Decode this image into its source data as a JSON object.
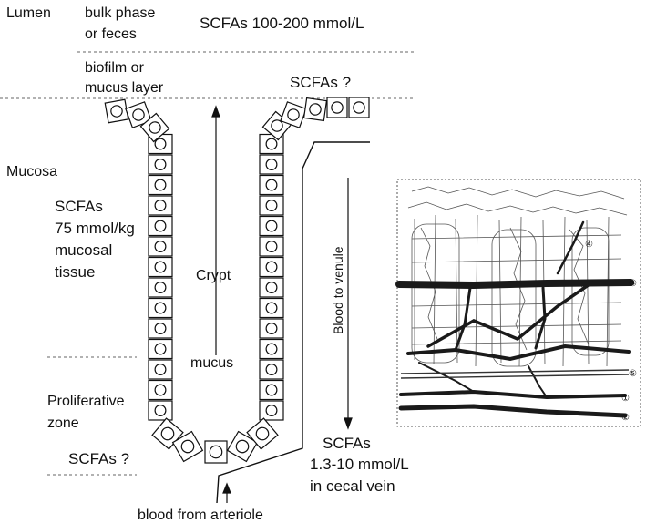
{
  "labels": {
    "lumen": "Lumen",
    "bulk_line1": "bulk phase",
    "bulk_line2": "or feces",
    "scfa_lumen": "SCFAs 100-200 mmol/L",
    "biofilm_line1": "biofilm or",
    "biofilm_line2": "mucus layer",
    "scfa_biofilm": "SCFAs ?",
    "mucosa": "Mucosa",
    "scfa_mucosa_1": "SCFAs",
    "scfa_mucosa_2": "75 mmol/kg",
    "scfa_mucosa_3": "mucosal",
    "scfa_mucosa_4": "tissue",
    "crypt": "Crypt",
    "mucus": "mucus",
    "blood_to_venule": "Blood to venule",
    "prolif_1": "Proliferative",
    "prolif_2": "zone",
    "scfa_prolif": "SCFAs ?",
    "scfa_vein_1": "SCFAs",
    "scfa_vein_2": "1.3-10 mmol/L",
    "scfa_vein_3": "in cecal vein",
    "blood_from_arteriole": "blood from arteriole"
  },
  "inset": {
    "markers": [
      "①",
      "②",
      "③",
      "④",
      "⑤"
    ]
  },
  "colors": {
    "ink": "#111111",
    "dashed": "#666666",
    "vessel": "#1a1a1a",
    "network": "#555555"
  }
}
